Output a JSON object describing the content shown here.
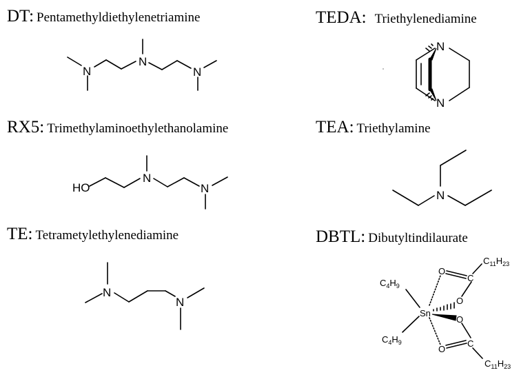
{
  "figure": {
    "panels": [
      {
        "id": "DT",
        "abbr": "DT:",
        "name": "Pentamethyldiethylenetriamine"
      },
      {
        "id": "TEDA",
        "abbr": "TEDA:",
        "name": "Triethylenediamine"
      },
      {
        "id": "RX5",
        "abbr": "RX5:",
        "name": "Trimethylaminoethylethanolamine"
      },
      {
        "id": "TEA",
        "abbr": "TEA:",
        "name": "Triethylamine"
      },
      {
        "id": "TE",
        "abbr": "TE:",
        "name": "Tetrametylethylenediamine"
      },
      {
        "id": "DBTL",
        "abbr": "DBTL:",
        "name": "Dibutyltindilaurate"
      }
    ],
    "atoms": {
      "N": "N",
      "HO": "HO",
      "O": "O",
      "C": "C",
      "Sn": "Sn",
      "C4": "C",
      "H9": "H",
      "four": "4",
      "nine": "9",
      "C11": "C",
      "eleven": "11",
      "H23": "H",
      "twentythree": "23"
    }
  }
}
